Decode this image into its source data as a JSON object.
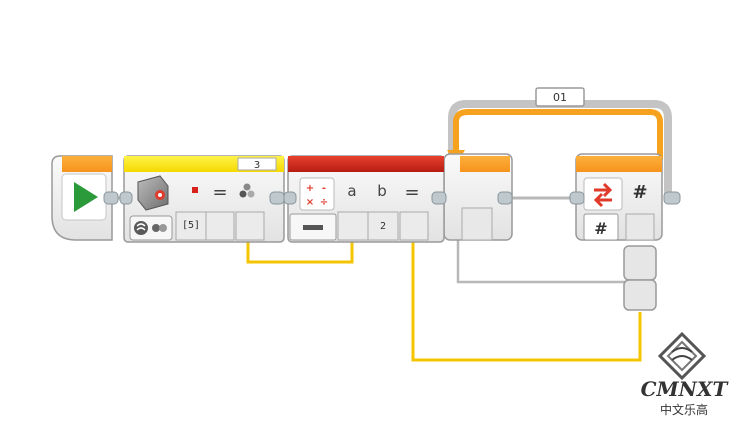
{
  "program": {
    "start_block": {
      "icon": "play-icon"
    },
    "sensor_block": {
      "port_label": "3",
      "mode_icon": "color-sensor-compare-icon",
      "operator_symbol": "=",
      "set_of_colors_value": "[5]",
      "input_icon": "color-dots-icon"
    },
    "math_block": {
      "operations_icon": "math-operations-icon",
      "operations_symbols": [
        "+",
        "-",
        "×",
        "÷"
      ],
      "mode_symbol": "—",
      "input_a_label": "a",
      "input_b_label": "b",
      "input_b_value": "2",
      "result_symbol": "="
    },
    "loop": {
      "name": "01",
      "interrupt_block": {
        "icon": "loop-interrupt-icon",
        "output_symbol": "#",
        "mode_symbol": "#"
      }
    }
  },
  "watermark": {
    "logo_icon": "cmnxt-logo-icon",
    "brand": "CMNXT",
    "subtitle": "中文乐高"
  },
  "colors": {
    "wire_yellow": "#f5c400",
    "wire_gray": "#b8b8b8",
    "start_orange": "#f7931e",
    "sensor_yellow": "#f9e400",
    "math_red": "#d62b1f",
    "loop_orange": "#f7a21e",
    "block_body": "#f1f1f1",
    "block_border": "#8c8c8c"
  }
}
